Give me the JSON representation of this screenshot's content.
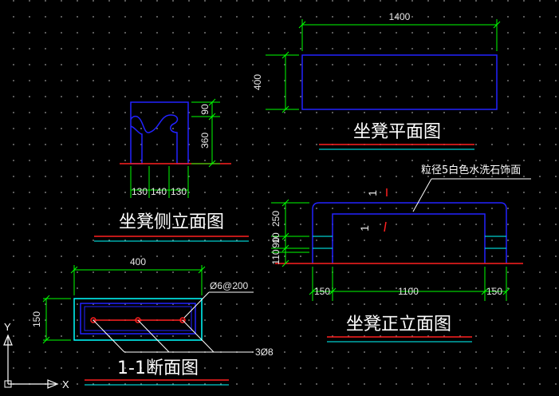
{
  "plan": {
    "title": "坐凳平面图",
    "dim_width": "1400",
    "dim_depth": "400"
  },
  "side": {
    "title": "坐凳侧立面图",
    "dim_top": "90",
    "dim_body": "360",
    "dim_a": "130",
    "dim_b": "140",
    "dim_c": "130"
  },
  "front": {
    "title": "坐凳正立面图",
    "finish_note": "粒径5白色水洗石饰面",
    "section_mark_1": "1",
    "section_mark_2": "1",
    "dim_250": "250",
    "dim_10": "10",
    "dim_90": "90",
    "dim_110": "110",
    "dim_left": "150",
    "dim_mid": "1100",
    "dim_right": "150"
  },
  "section": {
    "title": "1-1断面图",
    "dim_width": "400",
    "dim_height": "150",
    "rebar_stirrup": "Ø6@200",
    "rebar_main": "3Ø8"
  },
  "ucs": {
    "x_label": "X",
    "y_label": "Y"
  },
  "colors": {
    "outline": "#2222ff",
    "dimension": "#00ff00",
    "ground": "#ff2020",
    "cyan": "#00ffff",
    "white": "#ffffff"
  }
}
